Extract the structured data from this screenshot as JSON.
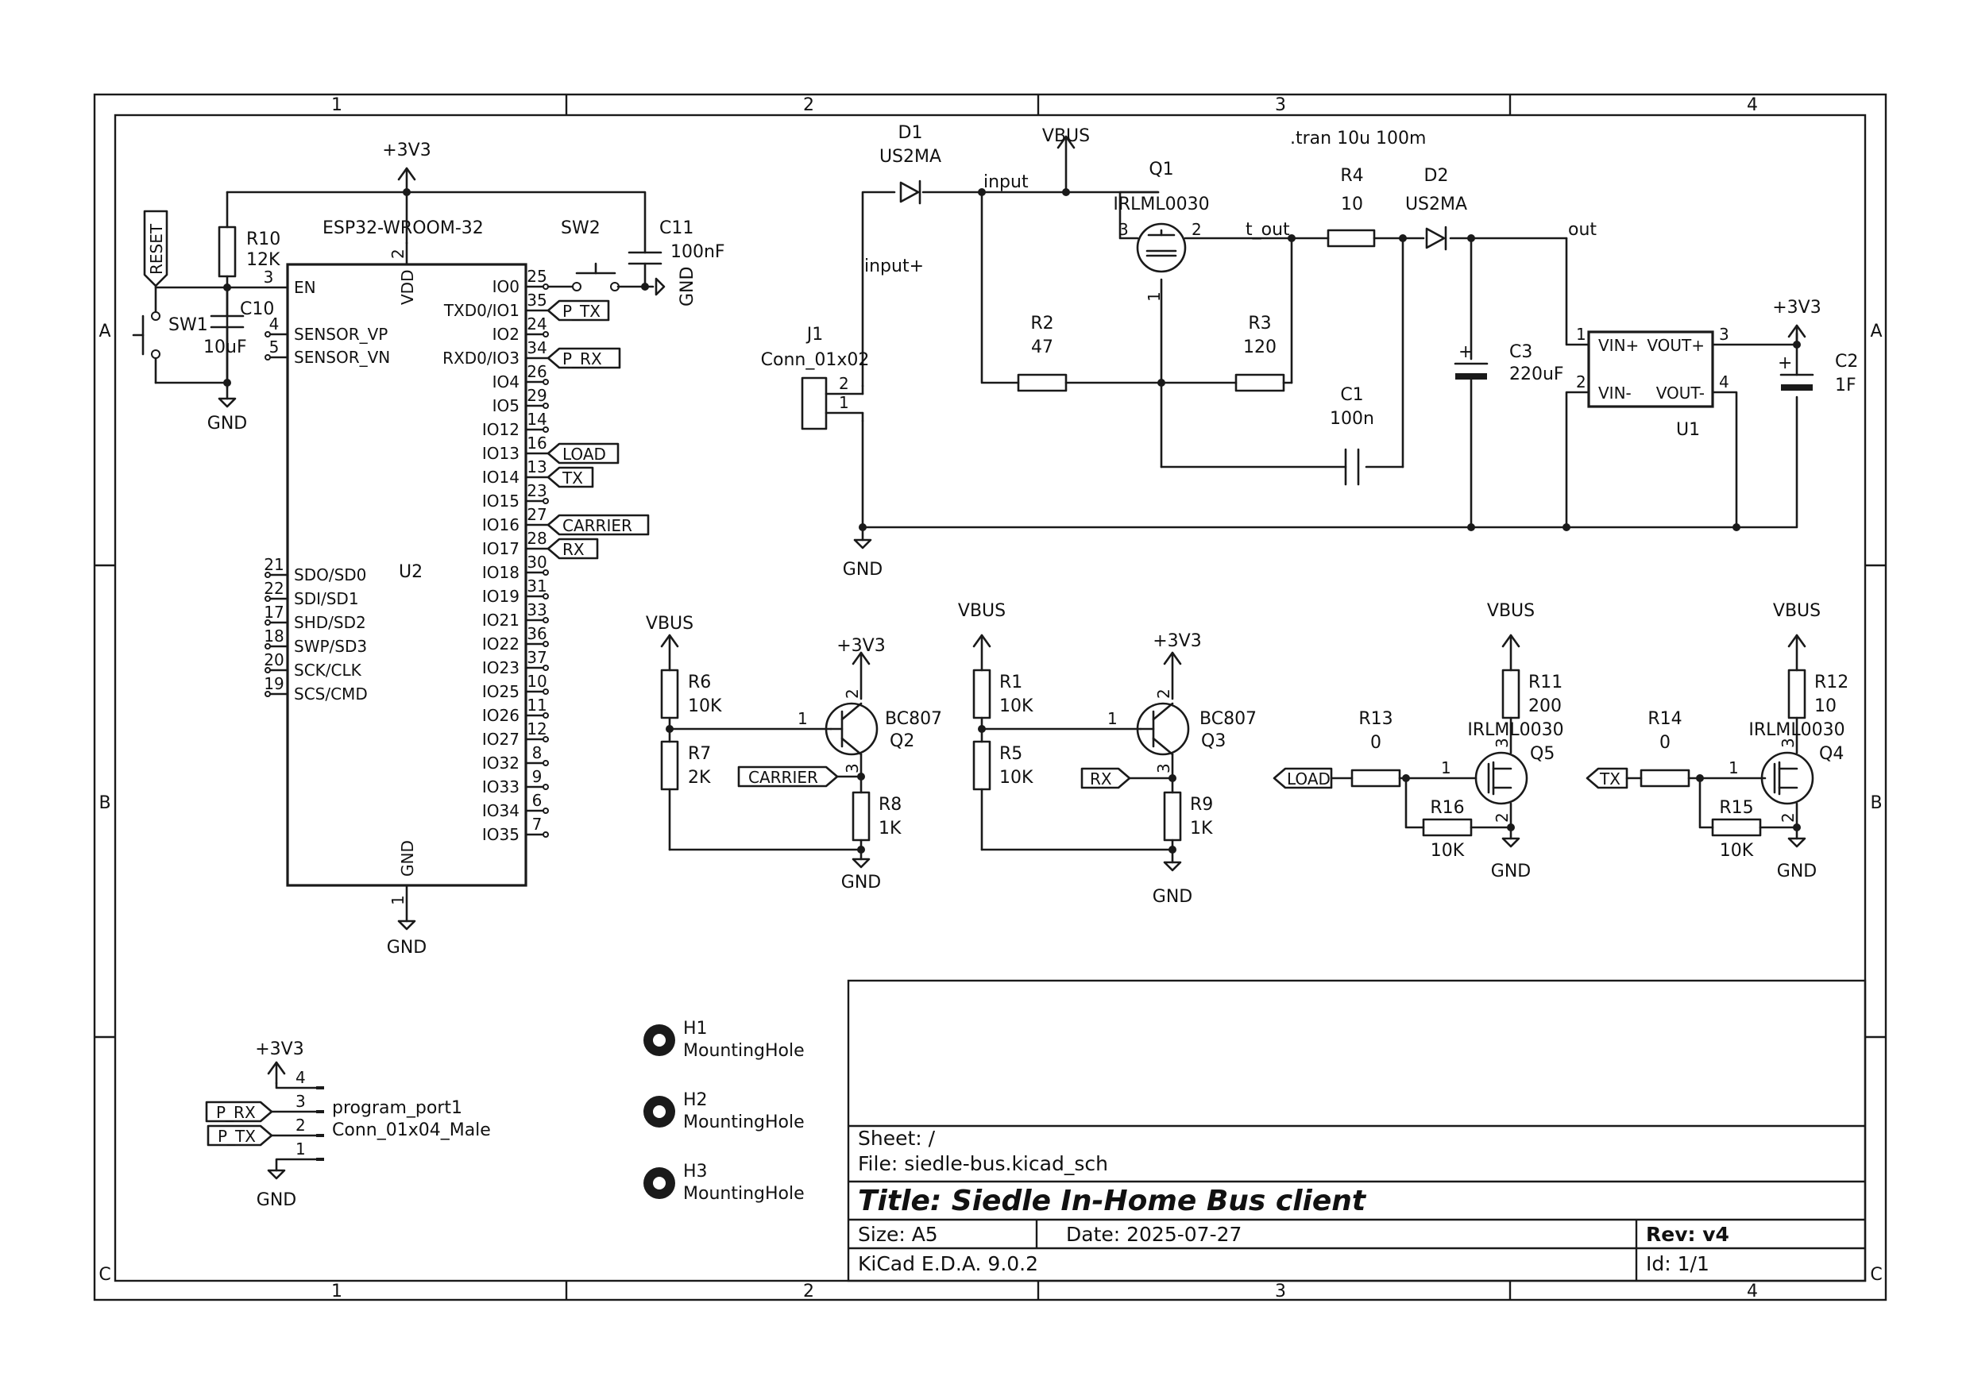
{
  "frame": {
    "columns": [
      "1",
      "2",
      "3",
      "4"
    ],
    "rows": [
      "A",
      "B",
      "C"
    ]
  },
  "title_block": {
    "sheet": "Sheet: /",
    "file": "File: siedle-bus.kicad_sch",
    "title": "Title: Siedle In-Home Bus client",
    "size": "Size: A5",
    "date": "Date: 2025-07-27",
    "rev": "Rev: v4",
    "tool": "KiCad E.D.A. 9.0.2",
    "id": "Id: 1/1"
  },
  "directive": ".tran 10u 100m",
  "power": {
    "p3v3": "+3V3",
    "vbus": "VBUS",
    "gnd": "GND"
  },
  "mcu": {
    "ref": "U2",
    "value": "ESP32-WROOM-32",
    "left_pins": [
      {
        "num": "3",
        "name": "EN"
      },
      {
        "num": "4",
        "name": "SENSOR_VP"
      },
      {
        "num": "5",
        "name": "SENSOR_VN"
      },
      {
        "num": "21",
        "name": "SDO/SD0"
      },
      {
        "num": "22",
        "name": "SDI/SD1"
      },
      {
        "num": "17",
        "name": "SHD/SD2"
      },
      {
        "num": "18",
        "name": "SWP/SD3"
      },
      {
        "num": "20",
        "name": "SCK/CLK"
      },
      {
        "num": "19",
        "name": "SCS/CMD"
      }
    ],
    "right_pins": [
      {
        "num": "25",
        "name": "IO0"
      },
      {
        "num": "35",
        "name": "TXD0/IO1"
      },
      {
        "num": "24",
        "name": "IO2"
      },
      {
        "num": "34",
        "name": "RXD0/IO3"
      },
      {
        "num": "26",
        "name": "IO4"
      },
      {
        "num": "29",
        "name": "IO5"
      },
      {
        "num": "14",
        "name": "IO12"
      },
      {
        "num": "16",
        "name": "IO13"
      },
      {
        "num": "13",
        "name": "IO14"
      },
      {
        "num": "23",
        "name": "IO15"
      },
      {
        "num": "27",
        "name": "IO16"
      },
      {
        "num": "28",
        "name": "IO17"
      },
      {
        "num": "30",
        "name": "IO18"
      },
      {
        "num": "31",
        "name": "IO19"
      },
      {
        "num": "33",
        "name": "IO21"
      },
      {
        "num": "36",
        "name": "IO22"
      },
      {
        "num": "37",
        "name": "IO23"
      },
      {
        "num": "10",
        "name": "IO25"
      },
      {
        "num": "11",
        "name": "IO26"
      },
      {
        "num": "12",
        "name": "IO27"
      },
      {
        "num": "8",
        "name": "IO32"
      },
      {
        "num": "9",
        "name": "IO33"
      },
      {
        "num": "6",
        "name": "IO34"
      },
      {
        "num": "7",
        "name": "IO35"
      }
    ],
    "vdd": {
      "num": "2",
      "name": "VDD"
    },
    "gnd": {
      "num": "1",
      "name": "GND"
    }
  },
  "labels": {
    "reset": "RESET",
    "p_tx": "P_TX",
    "p_rx": "P_RX",
    "load": "LOAD",
    "tx": "TX",
    "carrier": "CARRIER",
    "rx": "RX",
    "input": "input",
    "input_plus": "input+",
    "t_out": "t_out",
    "out": "out"
  },
  "components": {
    "r10": {
      "ref": "R10",
      "value": "12K"
    },
    "c10": {
      "ref": "C10",
      "value": "10uF"
    },
    "sw1": {
      "ref": "SW1"
    },
    "sw2": {
      "ref": "SW2"
    },
    "c11": {
      "ref": "C11",
      "value": "100nF"
    },
    "d1": {
      "ref": "D1",
      "value": "US2MA"
    },
    "q1": {
      "ref": "Q1",
      "value": "IRLML0030"
    },
    "r4": {
      "ref": "R4",
      "value": "10"
    },
    "d2": {
      "ref": "D2",
      "value": "US2MA"
    },
    "r2": {
      "ref": "R2",
      "value": "47"
    },
    "r3": {
      "ref": "R3",
      "value": "120"
    },
    "c1": {
      "ref": "C1",
      "value": "100n"
    },
    "c3": {
      "ref": "C3",
      "value": "220uF"
    },
    "u1": {
      "ref": "U1",
      "p1": "VIN+",
      "p2": "VIN-",
      "p3": "VOUT+",
      "p4": "VOUT-"
    },
    "c2": {
      "ref": "C2",
      "value": "1F"
    },
    "j1": {
      "ref": "J1",
      "value": "Conn_01x02"
    },
    "r6": {
      "ref": "R6",
      "value": "10K"
    },
    "r7": {
      "ref": "R7",
      "value": "2K"
    },
    "q2": {
      "ref": "Q2",
      "value": "BC807"
    },
    "r8": {
      "ref": "R8",
      "value": "1K"
    },
    "r1": {
      "ref": "R1",
      "value": "10K"
    },
    "r5": {
      "ref": "R5",
      "value": "10K"
    },
    "q3": {
      "ref": "Q3",
      "value": "BC807"
    },
    "r9": {
      "ref": "R9",
      "value": "1K"
    },
    "r13": {
      "ref": "R13",
      "value": "0"
    },
    "r16": {
      "ref": "R16",
      "value": "10K"
    },
    "r11": {
      "ref": "R11",
      "value": "200"
    },
    "q5": {
      "ref": "Q5",
      "value": "IRLML0030"
    },
    "r14": {
      "ref": "R14",
      "value": "0"
    },
    "r15": {
      "ref": "R15",
      "value": "10K"
    },
    "r12": {
      "ref": "R12",
      "value": "10"
    },
    "q4": {
      "ref": "Q4",
      "value": "IRLML0030"
    },
    "prog": {
      "ref": "program_port1",
      "value": "Conn_01x04_Male"
    },
    "h1": {
      "ref": "H1",
      "value": "MountingHole"
    },
    "h2": {
      "ref": "H2",
      "value": "MountingHole"
    },
    "h3": {
      "ref": "H3",
      "value": "MountingHole"
    }
  }
}
